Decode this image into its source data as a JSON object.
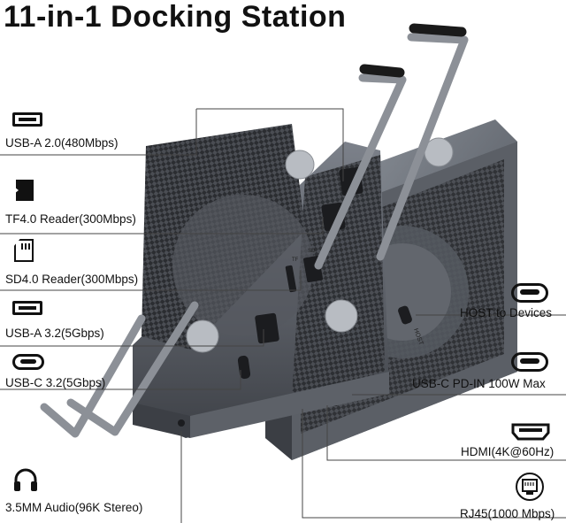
{
  "title": "11-in-1 Docking Station",
  "left_ports": [
    {
      "icon": "usb-a-icon",
      "label": "USB-A 2.0(480Mbps)"
    },
    {
      "icon": "tf-card-icon",
      "label": "TF4.0 Reader(300Mbps)"
    },
    {
      "icon": "sd-card-icon",
      "label": "SD4.0 Reader(300Mbps)"
    },
    {
      "icon": "usb-a-icon",
      "label": "USB-A 3.2(5Gbps)"
    },
    {
      "icon": "usb-c-icon",
      "label": "USB-C 3.2(5Gbps)"
    },
    {
      "icon": "headphones-icon",
      "label": "3.5MM Audio(96K Stereo)"
    }
  ],
  "right_ports": [
    {
      "icon": "usb-c-icon",
      "label": "HOST to Devices"
    },
    {
      "icon": "usb-c-icon",
      "label": "USB-C PD-IN 100W Max"
    },
    {
      "icon": "hdmi-icon",
      "label": "HDMI(4K@60Hz)"
    },
    {
      "icon": "ethernet-icon",
      "label": "RJ45(1000 Mbps)"
    }
  ],
  "device_markings": {
    "tf_slot": "TF",
    "sd_slot": "SD",
    "host_port": "HOST"
  },
  "colors": {
    "body_metal": "#6f737a",
    "body_dark": "#3d4046",
    "carbon": "#2a2c30",
    "line": "#333333"
  }
}
